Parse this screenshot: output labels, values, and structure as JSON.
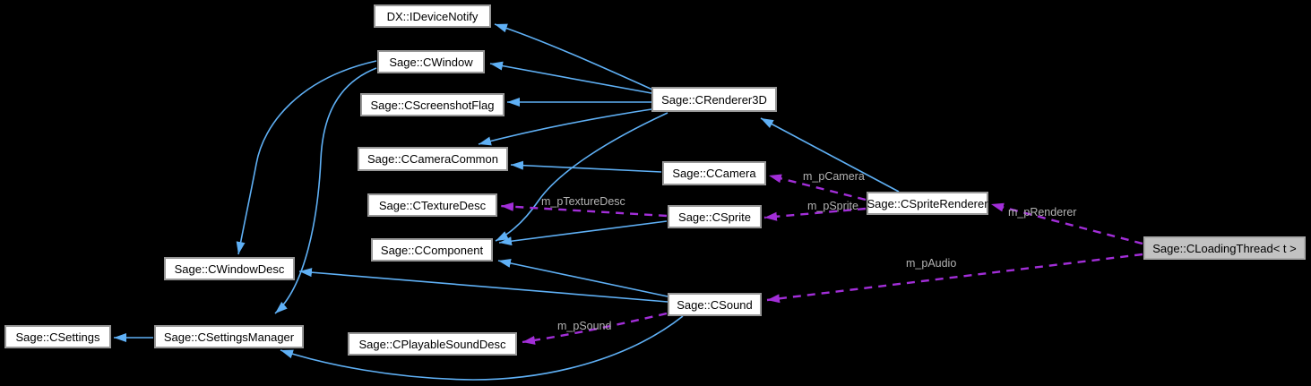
{
  "diagram": {
    "kind": "class-collaboration-graph",
    "background_color": "#000000",
    "colors": {
      "solid_edge": "#5fb0f5",
      "dashed_edge": "#a22ed8",
      "edge_label_text": "#b3b3b3",
      "node_fill": "#ffffff",
      "node_border": "#979797",
      "node_text": "#000000",
      "highlighted_node_fill": "#c2c2c2"
    },
    "nodes": [
      {
        "label": "DX::IDeviceNotify"
      },
      {
        "label": "Sage::CWindow"
      },
      {
        "label": "Sage::CScreenshotFlag"
      },
      {
        "label": "Sage::CCameraCommon"
      },
      {
        "label": "Sage::CTextureDesc"
      },
      {
        "label": "Sage::CComponent"
      },
      {
        "label": "Sage::CWindowDesc"
      },
      {
        "label": "Sage::CSettings"
      },
      {
        "label": "Sage::CSettingsManager"
      },
      {
        "label": "Sage::CPlayableSoundDesc"
      },
      {
        "label": "Sage::CRenderer3D"
      },
      {
        "label": "Sage::CCamera"
      },
      {
        "label": "Sage::CSprite"
      },
      {
        "label": "Sage::CSound"
      },
      {
        "label": "Sage::CSpriteRenderer"
      },
      {
        "label": "Sage::CLoadingThread< t >",
        "highlighted": true
      }
    ],
    "edges": [
      {
        "from": "Sage::CRenderer3D",
        "to": "DX::IDeviceNotify",
        "type": "solid"
      },
      {
        "from": "Sage::CRenderer3D",
        "to": "Sage::CWindow",
        "type": "solid"
      },
      {
        "from": "Sage::CRenderer3D",
        "to": "Sage::CScreenshotFlag",
        "type": "solid"
      },
      {
        "from": "Sage::CRenderer3D",
        "to": "Sage::CCameraCommon",
        "type": "solid"
      },
      {
        "from": "Sage::CRenderer3D",
        "to": "Sage::CComponent",
        "type": "solid"
      },
      {
        "from": "Sage::CSpriteRenderer",
        "to": "Sage::CRenderer3D",
        "type": "solid"
      },
      {
        "from": "Sage::CCamera",
        "to": "Sage::CCameraCommon",
        "type": "solid"
      },
      {
        "from": "Sage::CSprite",
        "to": "Sage::CComponent",
        "type": "solid"
      },
      {
        "from": "Sage::CSound",
        "to": "Sage::CComponent",
        "type": "solid"
      },
      {
        "from": "Sage::CSound",
        "to": "Sage::CWindowDesc",
        "type": "solid"
      },
      {
        "from": "Sage::CSound",
        "to": "Sage::CSettingsManager",
        "type": "solid"
      },
      {
        "from": "Sage::CWindow",
        "to": "Sage::CWindowDesc",
        "type": "solid"
      },
      {
        "from": "Sage::CWindow",
        "to": "Sage::CSettingsManager",
        "type": "solid"
      },
      {
        "from": "Sage::CSettingsManager",
        "to": "Sage::CSettings",
        "type": "solid"
      },
      {
        "from": "Sage::CSprite",
        "to": "Sage::CTextureDesc",
        "type": "dashed",
        "label": "m_pTextureDesc"
      },
      {
        "from": "Sage::CSpriteRenderer",
        "to": "Sage::CCamera",
        "type": "dashed",
        "label": "m_pCamera"
      },
      {
        "from": "Sage::CSpriteRenderer",
        "to": "Sage::CSprite",
        "type": "dashed",
        "label": "m_pSprite"
      },
      {
        "from": "Sage::CLoadingThread< t >",
        "to": "Sage::CSpriteRenderer",
        "type": "dashed",
        "label": "m_pRenderer"
      },
      {
        "from": "Sage::CLoadingThread< t >",
        "to": "Sage::CSound",
        "type": "dashed",
        "label": "m_pAudio"
      },
      {
        "from": "Sage::CSound",
        "to": "Sage::CPlayableSoundDesc",
        "type": "dashed",
        "label": "m_pSound"
      }
    ]
  }
}
